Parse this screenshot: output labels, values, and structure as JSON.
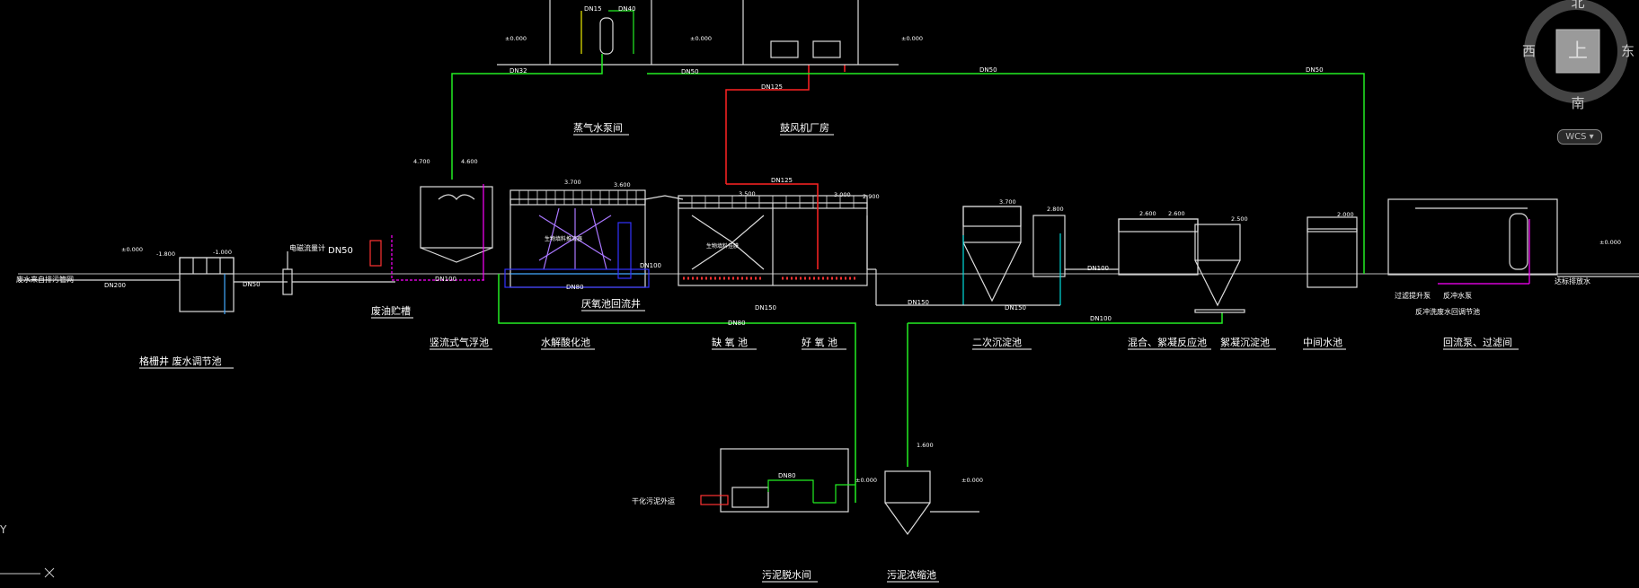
{
  "drawing": {
    "titles": {
      "grid_regulating": "格栅井  废水调节池",
      "oil_tank": "废油贮槽",
      "air_flotation": "竖流式气浮池",
      "hydrolysis": "水解酸化池",
      "anaerobic_well": "厌氧池回流井",
      "anoxic": "缺 氧 池",
      "aerobic": "好 氧 池",
      "steam_pump_room": "蒸气水泵间",
      "blower_room": "鼓风机厂房",
      "secondary_settling": "二次沉淀池",
      "mixing_reaction": "混合、絮凝反应池",
      "floc_settling": "絮凝沉淀池",
      "intermediate_tank": "中间水池",
      "reflux_filter_room": "回流泵、过滤间",
      "sludge_dewatering": "污泥脱水间",
      "sludge_thickener": "污泥浓缩池"
    },
    "annotations": {
      "inflow": "废水来自排污管网",
      "outflow": "达标排放水",
      "filter_pump": "过滤提升泵",
      "backwash_pump": "反冲水泵",
      "backwash_drain": "反冲洗废水回调节池",
      "flow_meter": "电磁流量计",
      "dry_sludge": "干化污泥外运",
      "nitro_liquid": "生物填料推流器",
      "bio_packing": "生物填料挂膜"
    },
    "pipes": {
      "dn15": "DN15",
      "dn40": "DN40",
      "dn32": "DN32",
      "dn50": "DN50",
      "dn125": "DN125",
      "dn100": "DN100",
      "dn150": "DN150",
      "dn200": "DN200",
      "dn80": "DN80"
    },
    "levels": {
      "l0": "±0.000",
      "l1": "-1.800",
      "l2": "-1.000",
      "l3": "4.700",
      "l4": "4.600",
      "l5": "3.700",
      "l6": "3.600",
      "l7": "3.500",
      "l8": "3.000",
      "l9": "2.900",
      "l10": "2.800",
      "l11": "2.600",
      "l12": "2.500",
      "l13": "2.000",
      "l14": "1.600"
    }
  },
  "viewcube": {
    "north": "北",
    "south": "南",
    "west": "西",
    "east": "东",
    "face": "上",
    "wcs": "WCS"
  },
  "ucs": {
    "y_label": "Y"
  }
}
